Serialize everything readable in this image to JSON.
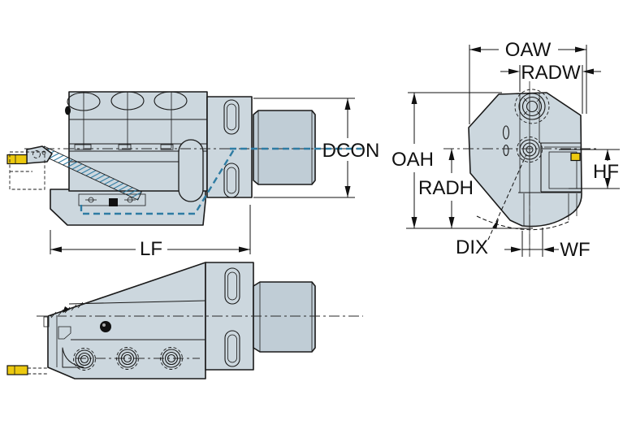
{
  "dimensions": {
    "lf": "LF",
    "dcon": "DCON",
    "oaw": "OAW",
    "radw": "RADW",
    "oah": "OAH",
    "radh": "RADH",
    "hf": "HF",
    "dix": "DIX",
    "wf": "WF"
  },
  "colors": {
    "body": "#ccd7de",
    "shade": "#c0cdd6",
    "outline": "#1a1a1a",
    "insert": "#ecc90f",
    "coolant": "#2e7ca3",
    "dimension": "#111111",
    "background": "#ffffff"
  }
}
